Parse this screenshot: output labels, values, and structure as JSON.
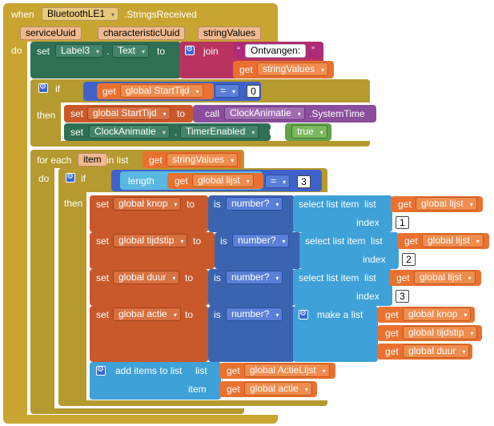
{
  "event": {
    "when": "when",
    "component": "BluetoothLE1",
    "event_name": ".StringsReceived",
    "params": [
      "serviceUuid",
      "characteristicUuid",
      "stringValues"
    ],
    "do": "do"
  },
  "set_label": {
    "set": "set",
    "component": "Label3",
    "property": "Text",
    "to": "to",
    "join": "join",
    "text": "Ontvangen: ",
    "get": "get",
    "var": "stringValues"
  },
  "if1": {
    "if": "if",
    "then": "then",
    "get": "get",
    "var": "global StartTijd",
    "op": "=",
    "num": "0",
    "set1": {
      "set": "set",
      "var": "global StartTijd",
      "to": "to",
      "call": "call",
      "component": "ClockAnimatie",
      "method": ".SystemTime"
    },
    "set2": {
      "set": "set",
      "component": "ClockAnimatie",
      "property": "TimerEnabled",
      "to": "to",
      "value": "true"
    }
  },
  "foreach": {
    "for_each": "for each",
    "item": "item",
    "in_list": "in list",
    "get": "get",
    "var": "stringValues",
    "do": "do"
  },
  "if2": {
    "if": "if",
    "then": "then",
    "length": "length",
    "get": "get",
    "var": "global lijst",
    "op": "=",
    "num": "3"
  },
  "rows": [
    {
      "set": "set",
      "var": "global knop",
      "to": "to",
      "is": "is",
      "check": "number?",
      "select": "select list item",
      "list": "list",
      "get": "get",
      "list_var": "global lijst",
      "index": "index",
      "index_num": "1"
    },
    {
      "set": "set",
      "var": "global tijdstip",
      "to": "to",
      "is": "is",
      "check": "number?",
      "select": "select list item",
      "list": "list",
      "get": "get",
      "list_var": "global lijst",
      "index": "index",
      "index_num": "2"
    },
    {
      "set": "set",
      "var": "global duur",
      "to": "to",
      "is": "is",
      "check": "number?",
      "select": "select list item",
      "list": "list",
      "get": "get",
      "list_var": "global lijst",
      "index": "index",
      "index_num": "3"
    }
  ],
  "actie": {
    "set": "set",
    "var": "global actie",
    "to": "to",
    "is": "is",
    "check": "number?",
    "make_list": "make a list",
    "get": "get",
    "items": [
      "global knop",
      "global tijdstip",
      "global duur"
    ]
  },
  "add": {
    "label": "add items to list",
    "list": "list",
    "get": "get",
    "list_var": "global ActieLijst",
    "item": "item",
    "item_var": "global actie"
  },
  "colors": {
    "event": "#c8a530",
    "control": "#b59a2f",
    "component_set": "#2f6f53",
    "variable_set": "#c9582a",
    "variable_get": "#e9712f",
    "procedure_call": "#8a4e9c",
    "logic": "#3a63b0",
    "list": "#3ea1d7",
    "text": "#b83360"
  },
  "icons": [
    "gear-icon",
    "dropdown-arrow-icon"
  ]
}
